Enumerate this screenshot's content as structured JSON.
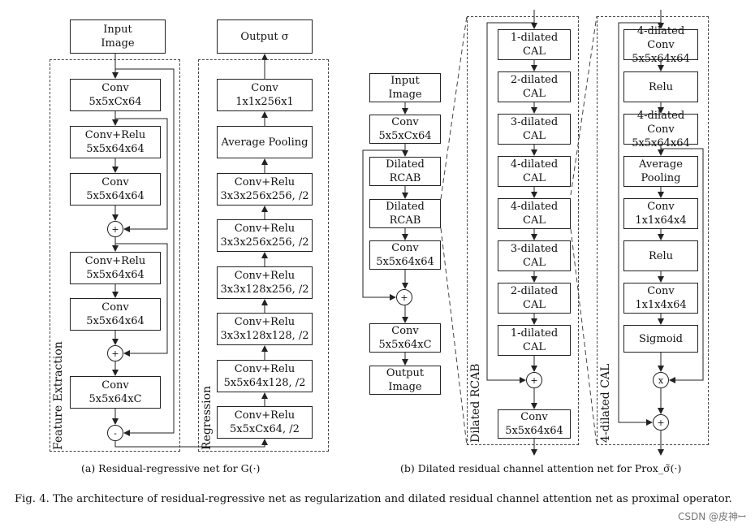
{
  "a": {
    "input": "Input Image",
    "output": "Output σ",
    "fe_label": "Feature Extraction",
    "reg_label": "Regression",
    "fe_blocks": [
      {
        "t1": "Conv",
        "t2": "5x5xCx64"
      },
      {
        "t1": "Conv+Relu",
        "t2": "5x5x64x64"
      },
      {
        "t1": "Conv",
        "t2": "5x5x64x64"
      },
      {
        "t1": "Conv+Relu",
        "t2": "5x5x64x64"
      },
      {
        "t1": "Conv",
        "t2": "5x5x64x64"
      },
      {
        "t1": "Conv",
        "t2": "5x5x64xC"
      }
    ],
    "reg_blocks": [
      {
        "t1": "Conv",
        "t2": "1x1x256x1"
      },
      {
        "t1": "Average Pooling",
        "t2": ""
      },
      {
        "t1": "Conv+Relu",
        "t2": "3x3x256x256, /2"
      },
      {
        "t1": "Conv+Relu",
        "t2": "3x3x256x256, /2"
      },
      {
        "t1": "Conv+Relu",
        "t2": "3x3x128x256, /2"
      },
      {
        "t1": "Conv+Relu",
        "t2": "3x3x128x128, /2"
      },
      {
        "t1": "Conv+Relu",
        "t2": "5x5x64x128, /2"
      },
      {
        "t1": "Conv+Relu",
        "t2": "5x5xCx64, /2"
      }
    ],
    "ops": [
      "+",
      "+",
      "-"
    ],
    "caption": "(a) Residual-regressive net for G(·)"
  },
  "b": {
    "main_blocks": [
      {
        "t1": "Input",
        "t2": "Image"
      },
      {
        "t1": "Conv",
        "t2": "5x5xCx64"
      },
      {
        "t1": "Dilated",
        "t2": "RCAB"
      },
      {
        "t1": "Dilated",
        "t2": "RCAB"
      },
      {
        "t1": "Conv",
        "t2": "5x5x64x64"
      },
      {
        "t1": "Conv",
        "t2": "5x5x64xC"
      },
      {
        "t1": "Output",
        "t2": "Image"
      }
    ],
    "rcab_label": "Dilated RCAB",
    "rcab_blocks": [
      {
        "t1": "1-dilated",
        "t2": "CAL"
      },
      {
        "t1": "2-dilated",
        "t2": "CAL"
      },
      {
        "t1": "3-dilated",
        "t2": "CAL"
      },
      {
        "t1": "4-dilated",
        "t2": "CAL"
      },
      {
        "t1": "4-dilated",
        "t2": "CAL"
      },
      {
        "t1": "3-dilated",
        "t2": "CAL"
      },
      {
        "t1": "2-dilated",
        "t2": "CAL"
      },
      {
        "t1": "1-dilated",
        "t2": "CAL"
      },
      {
        "t1": "Conv",
        "t2": "5x5x64x64"
      }
    ],
    "cal_label": "4-dilated CAL",
    "cal_blocks": [
      {
        "t1": "4-dilated Conv",
        "t2": "5x5x64x64"
      },
      {
        "t1": "Relu",
        "t2": ""
      },
      {
        "t1": "4-dilated Conv",
        "t2": "5x5x64x64"
      },
      {
        "t1": "Average",
        "t2": "Pooling"
      },
      {
        "t1": "Conv",
        "t2": "1x1x64x4"
      },
      {
        "t1": "Relu",
        "t2": ""
      },
      {
        "t1": "Conv",
        "t2": "1x1x4x64"
      },
      {
        "t1": "Sigmoid",
        "t2": ""
      }
    ],
    "ops": [
      "+",
      "+",
      "x",
      "+"
    ],
    "caption": "(b) Dilated residual channel attention net for Prox_σ̃(·)"
  },
  "figure_caption": "Fig. 4.   The architecture of residual-regressive net as regularization and dilated residual channel attention net as proximal operator.",
  "watermark": "CSDN @皮神ꟷ"
}
